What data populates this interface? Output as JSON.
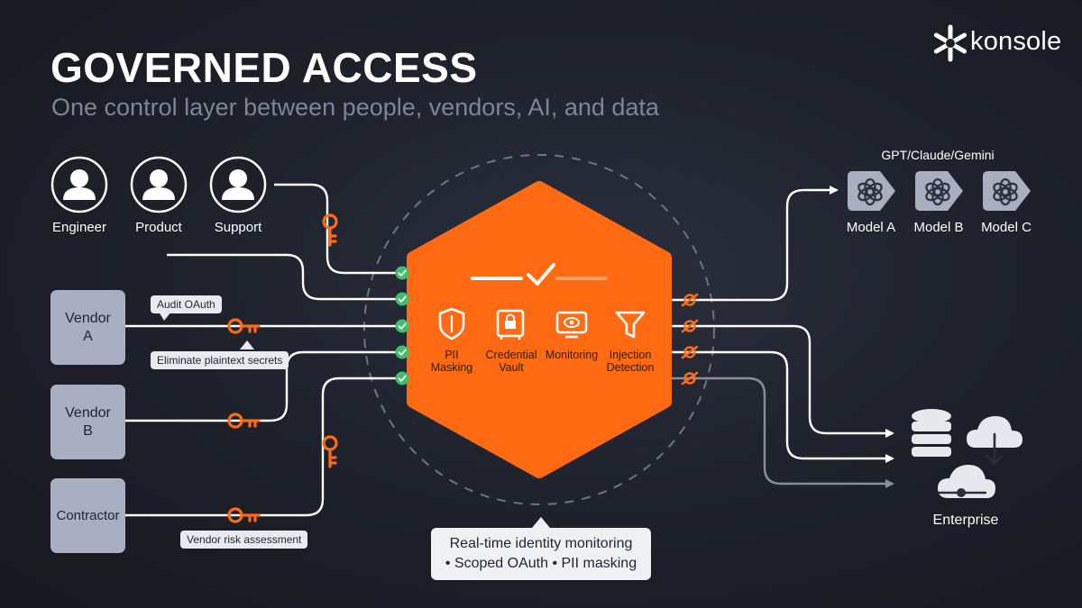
{
  "title": "GOVERNED ACCESS",
  "subtitle": "One control layer between people, vendors, AI, and data",
  "logo": {
    "text": "konsole",
    "icon": "asterisk-logo-icon"
  },
  "people": [
    {
      "label": "Engineer",
      "icon": "user-icon"
    },
    {
      "label": "Product",
      "icon": "user-icon"
    },
    {
      "label": "Support",
      "icon": "user-icon"
    }
  ],
  "vendors": [
    {
      "label": "Vendor\nA"
    },
    {
      "label": "Vendor\nB"
    },
    {
      "label": "Contractor"
    }
  ],
  "tags": {
    "audit_oauth": "Audit OAuth",
    "eliminate_secrets": "Eliminate plaintext secrets",
    "vendor_risk": "Vendor risk assessment"
  },
  "hub": {
    "capabilities": [
      {
        "label": "PII\nMasking",
        "icon": "shield-icon"
      },
      {
        "label": "Credential\nVault",
        "icon": "vault-icon"
      },
      {
        "label": "Monitoring",
        "icon": "monitor-icon"
      },
      {
        "label": "Injection\nDetection",
        "icon": "funnel-icon"
      }
    ]
  },
  "models_header": "GPT/Claude/Gemini",
  "models": [
    {
      "label": "Model A",
      "icon": "openai-icon"
    },
    {
      "label": "Model B",
      "icon": "openai-icon"
    },
    {
      "label": "Model C",
      "icon": "openai-icon"
    }
  ],
  "enterprise": {
    "label": "Enterprise",
    "icons": [
      "database-icon",
      "cloud-download-icon",
      "cloud-network-icon"
    ]
  },
  "callout": {
    "line1": "Real-time identity monitoring",
    "line2": "• Scoped OAuth • PII masking"
  },
  "colors": {
    "accent": "#ff6a13",
    "check": "#3fbf6a",
    "box": "#a9aec0",
    "line": "#ffffff",
    "line_dim": "#8a8f9c"
  }
}
